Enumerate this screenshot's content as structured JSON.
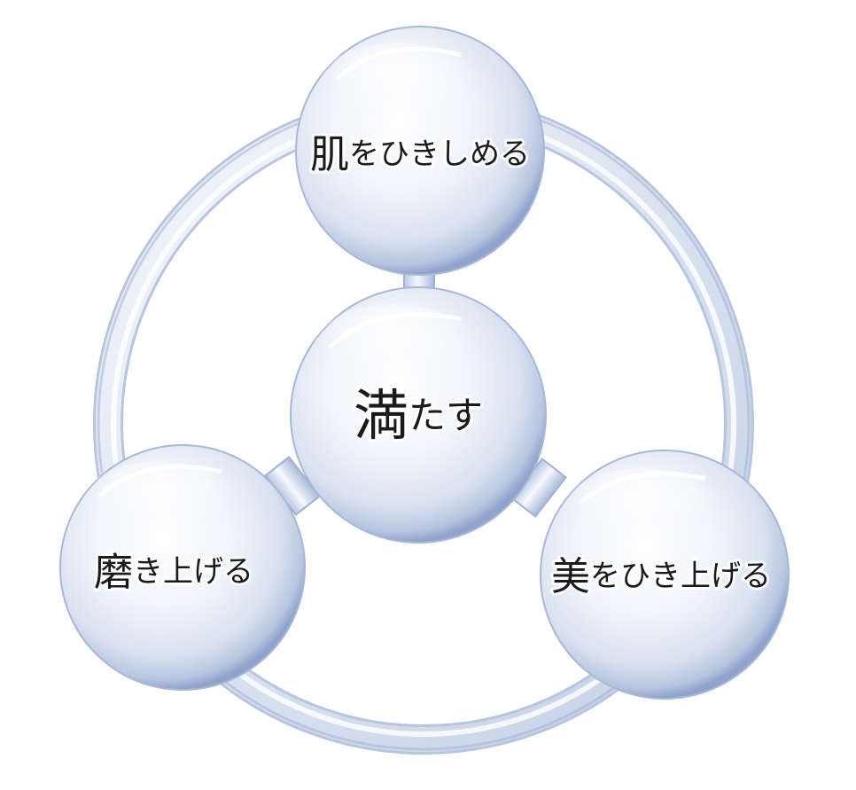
{
  "nodes": {
    "top": {
      "kanji": "肌",
      "kana": "をひきしめる"
    },
    "center": {
      "kanji": "満",
      "kana": "たす"
    },
    "left": {
      "kanji": "磨",
      "kana": "き上げる"
    },
    "right": {
      "kanji": "美",
      "kana": "をひき上げる"
    }
  },
  "colors": {
    "tube": "#dfe6f3",
    "tube_edge": "#aebcd8",
    "tube_shadow": "#6e86b8",
    "sphere_highlight": "#ffffff",
    "sphere_mid": "#e9edf6",
    "sphere_edge": "#9fb0d4",
    "text": "#1a1a1a"
  }
}
